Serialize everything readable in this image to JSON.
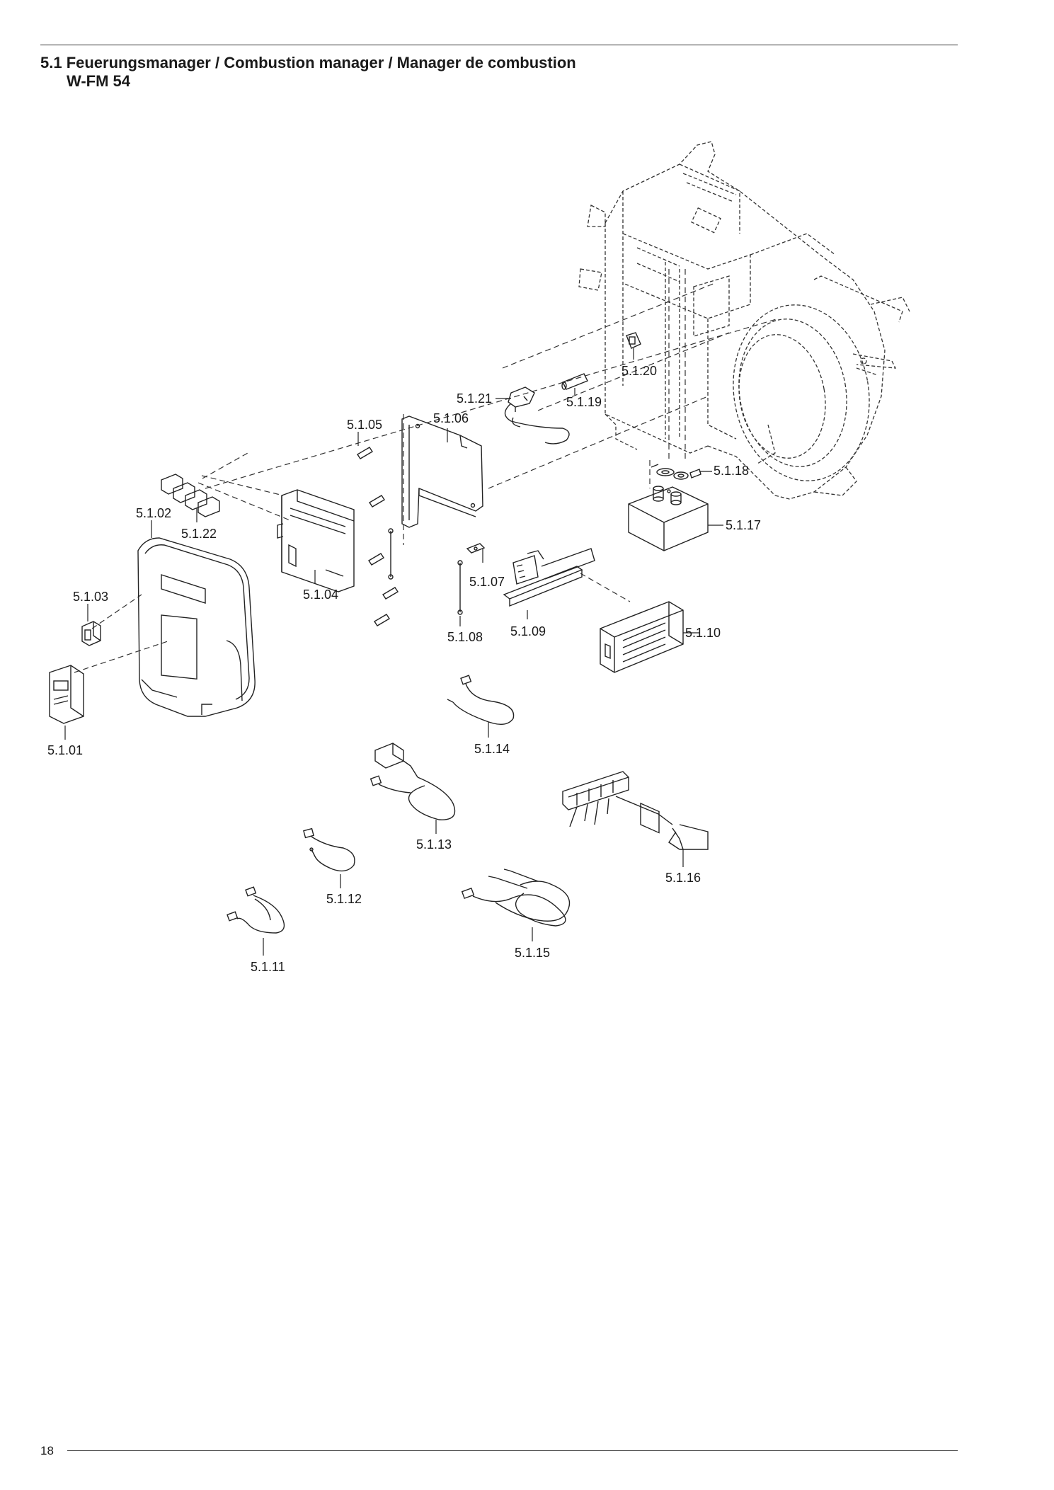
{
  "page": {
    "section_title_line1": "5.1 Feuerungsmanager / Combustion manager / Manager de combustion",
    "section_title_line2": "W-FM 54",
    "page_number": "18"
  },
  "parts": [
    {
      "id": "p01",
      "label": "5.1.01"
    },
    {
      "id": "p02",
      "label": "5.1.02"
    },
    {
      "id": "p03",
      "label": "5.1.03"
    },
    {
      "id": "p04",
      "label": "5.1.04"
    },
    {
      "id": "p05",
      "label": "5.1.05"
    },
    {
      "id": "p06",
      "label": "5.1.06"
    },
    {
      "id": "p07",
      "label": "5.1.07"
    },
    {
      "id": "p08",
      "label": "5.1.08"
    },
    {
      "id": "p09",
      "label": "5.1.09"
    },
    {
      "id": "p10",
      "label": "5.1.10"
    },
    {
      "id": "p11",
      "label": "5.1.11"
    },
    {
      "id": "p12",
      "label": "5.1.12"
    },
    {
      "id": "p13",
      "label": "5.1.13"
    },
    {
      "id": "p14",
      "label": "5.1.14"
    },
    {
      "id": "p15",
      "label": "5.1.15"
    },
    {
      "id": "p16",
      "label": "5.1.16"
    },
    {
      "id": "p17",
      "label": "5.1.17"
    },
    {
      "id": "p18",
      "label": "5.1.18"
    },
    {
      "id": "p19",
      "label": "5.1.19"
    },
    {
      "id": "p20",
      "label": "5.1.20"
    },
    {
      "id": "p21",
      "label": "5.1.21"
    },
    {
      "id": "p22",
      "label": "5.1.22"
    }
  ]
}
